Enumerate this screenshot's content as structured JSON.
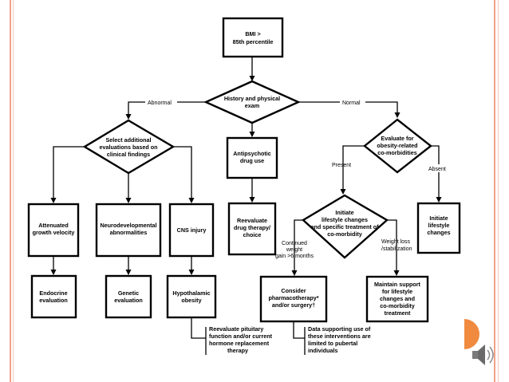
{
  "nodes": {
    "bmi": [
      "BMI >",
      "85th percentile"
    ],
    "history": [
      "History and physical",
      "exam"
    ],
    "select_additional": [
      "Select additional",
      "evaluations based on",
      "clinical findings"
    ],
    "antipsychotic": [
      "Antipsychotic",
      "drug use"
    ],
    "evaluate_comorbid": [
      "Evaluate for",
      "obesity-related",
      "co-morbidities"
    ],
    "attenuated": [
      "Attenuated",
      "growth velocity"
    ],
    "neurodevelopmental": [
      "Neurodevelopmental",
      "abnormalities"
    ],
    "cns": [
      "CNS injury"
    ],
    "reevaluate_drug": [
      "Reevaluate",
      "drug therapy/",
      "choice"
    ],
    "initiate_lifestyle_specific": [
      "Initiate",
      "lifestyle changes",
      "and specific treatment of",
      "co-morbidity"
    ],
    "initiate_lifestyle": [
      "Initiate",
      "lifestyle",
      "changes"
    ],
    "endocrine": [
      "Endocrine",
      "evaluation"
    ],
    "genetic": [
      "Genetic",
      "evaluation"
    ],
    "hypothalamic": [
      "Hypothalamic",
      "obesity"
    ],
    "consider": [
      "Consider",
      "pharmacotherapy*",
      "and/or surgery†"
    ],
    "maintain": [
      "Maintain support",
      "for lifestyle",
      "changes and",
      "co-morbidity",
      "treatment"
    ],
    "note_pituitary": [
      "Reevaluate pituitary",
      "function and/or current",
      "hormone replacement",
      "therapy"
    ],
    "note_data": [
      "Data supporting use of",
      "these interventions are",
      "limited to pubertal",
      "individuals"
    ]
  },
  "edges": {
    "abnormal": "Abnormal",
    "normal": "Normal",
    "present": "Present",
    "absent": "Absent",
    "continued": [
      "Continued",
      "weight",
      "gain >6 months"
    ],
    "weight_loss": [
      "Weight loss",
      "/stabilization"
    ]
  },
  "colors": {
    "frame": "#f0a28a",
    "badge": "#f08a3e"
  },
  "icons": {
    "sound": "speaker-icon"
  }
}
